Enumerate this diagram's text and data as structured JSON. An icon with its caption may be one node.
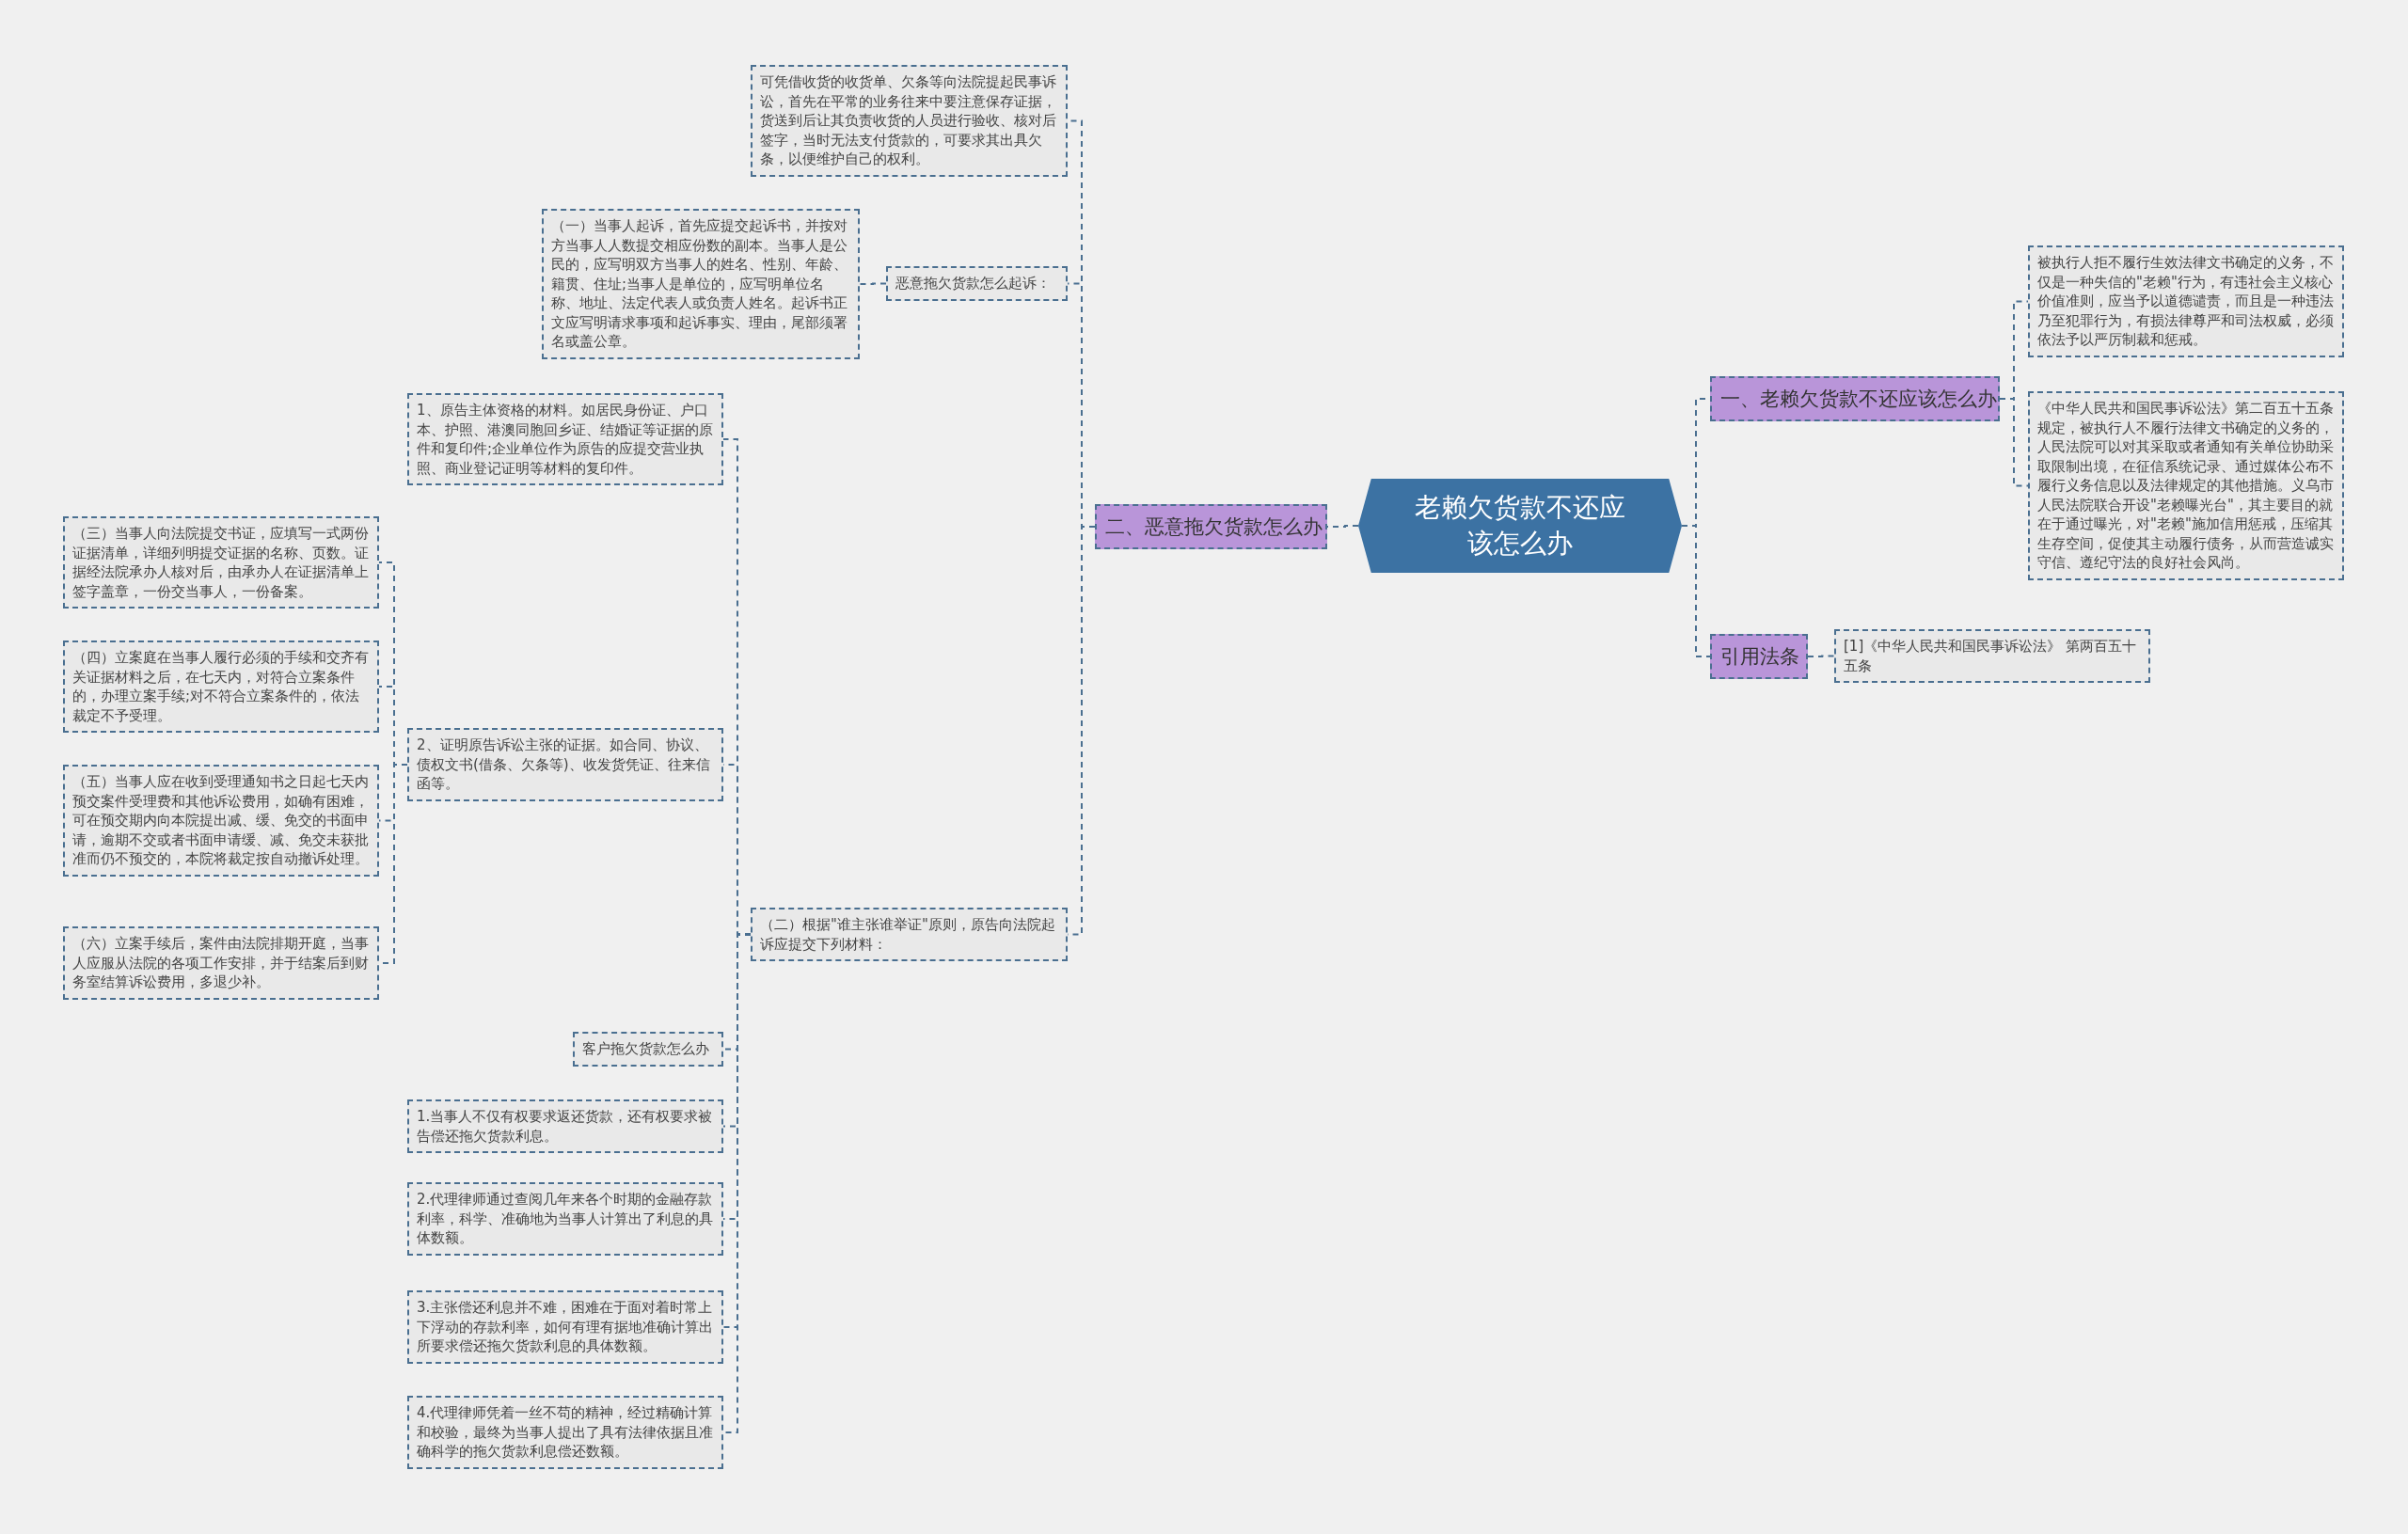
{
  "diagram": {
    "nodes": [
      {
        "text": [
          "老赖欠货款不还应该怎么办"
        ]
      },
      {
        "text": [
          "一、老赖欠货款不还应该怎么办"
        ]
      },
      {
        "text": [
          "被执行人拒不履行生效法律文书确定的义务，不仅是一种失信的\"老赖\"行为，有违社会主义核心价值准则，应当予以道德谴责，而且是一种违法乃至犯罪行为，有损法律尊严和司法权威，必须依法予以严厉制裁和惩戒。"
        ]
      },
      {
        "text": [
          "《中华人民共和国民事诉讼法》第二百五十五条规定，被执行人不履行法律文书确定的义务的，人民法院可以对其采取或者通知有关单位协助采取限制出境，在征信系统记录、通过媒体公布不履行义务信息以及法律规定的其他措施。义乌市人民法院联合开设\"老赖曝光台\"，其主要目的就在于通过曝光，对\"老赖\"施加信用惩戒，压缩其生存空间，促使其主动履行债务，从而营造诚实守信、遵纪守法的良好社会风尚。"
        ]
      },
      {
        "text": [
          "引用法条"
        ]
      },
      {
        "text": [
          "[1]《中华人民共和国民事诉讼法》 第两百五十五条"
        ]
      },
      {
        "text": [
          "二、恶意拖欠货款怎么办"
        ]
      },
      {
        "text": [
          "可凭借收货的收货单、欠条等向法院提起民事诉讼，首先在平常的业务往来中要注意保存证据，货送到后让其负责收货的人员进行验收、核对后签字，当时无法支付货款的，可要求其出具欠条，以便维护自己的权利。"
        ]
      },
      {
        "text": [
          "恶意拖欠货款怎么起诉："
        ]
      },
      {
        "text": [
          "（一）当事人起诉，首先应提交起诉书，并按对方当事人人数提交相应份数的副本。当事人是公民的，应写明双方当事人的姓名、性别、年龄、籍贯、住址;当事人是单位的，应写明单位名称、地址、法定代表人或负责人姓名。起诉书正文应写明请求事项和起诉事实、理由，尾部须署名或盖公章。"
        ]
      },
      {
        "text": [
          "（二）根据\"谁主张谁举证\"原则，原告向法院起诉应提交下列材料："
        ]
      },
      {
        "text": [
          "1、原告主体资格的材料。如居民身份证、户口本、护照、港澳同胞回乡证、结婚证等证据的原件和复印件;企业单位作为原告的应提交营业执照、商业登记证明等材料的复印件。"
        ]
      },
      {
        "text": [
          "2、证明原告诉讼主张的证据。如合同、协议、债权文书(借条、欠条等)、收发货凭证、往来信函等。"
        ]
      },
      {
        "text": [
          "（三）当事人向法院提交书证，应填写一式两份证据清单，详细列明提交证据的名称、页数。证据经法院承办人核对后，由承办人在证据清单上签字盖章，一份交当事人，一份备案。"
        ]
      },
      {
        "text": [
          "（四）立案庭在当事人履行必须的手续和交齐有关证据材料之后，在七天内，对符合立案条件的，办理立案手续;对不符合立案条件的，依法裁定不予受理。"
        ]
      },
      {
        "text": [
          "（五）当事人应在收到受理通知书之日起七天内预交案件受理费和其他诉讼费用，如确有困难，可在预交期内向本院提出减、缓、免交的书面申请，逾期不交或者书面申请缓、减、免交未获批准而仍不预交的，本院将裁定按自动撤诉处理。"
        ]
      },
      {
        "text": [
          "（六）立案手续后，案件由法院排期开庭，当事人应服从法院的各项工作安排，并于结案后到财务室结算诉讼费用，多退少补。"
        ]
      },
      {
        "text": [
          "客户拖欠货款怎么办"
        ]
      },
      {
        "text": [
          "1.当事人不仅有权要求返还货款，还有权要求被告偿还拖欠货款利息。"
        ]
      },
      {
        "text": [
          "2.代理律师通过查阅几年来各个时期的金融存款利率，科学、准确地为当事人计算出了利息的具体数额。"
        ]
      },
      {
        "text": [
          "3.主张偿还利息并不难，困难在于面对着时常上下浮动的存款利率，如何有理有据地准确计算出所要求偿还拖欠货款利息的具体数额。"
        ]
      },
      {
        "text": [
          "4.代理律师凭着一丝不苟的精神，经过精确计算和校验，最终为当事人提出了具有法律依据且准确科学的拖欠货款利息偿还数额。"
        ]
      }
    ],
    "edges": [
      {
        "from": 0,
        "to": 1,
        "arrow": "none"
      },
      {
        "from": 1,
        "to": 2,
        "arrow": "none"
      },
      {
        "from": 1,
        "to": 3,
        "arrow": "none"
      },
      {
        "from": 0,
        "to": 4,
        "arrow": "none"
      },
      {
        "from": 4,
        "to": 5,
        "arrow": "none"
      },
      {
        "from": 0,
        "to": 6,
        "arrow": "none"
      },
      {
        "from": 6,
        "to": 7,
        "arrow": "none"
      },
      {
        "from": 6,
        "to": 8,
        "arrow": "none"
      },
      {
        "from": 8,
        "to": 9,
        "arrow": "none"
      },
      {
        "from": 6,
        "to": 10,
        "arrow": "none"
      },
      {
        "from": 10,
        "to": 11,
        "arrow": "none"
      },
      {
        "from": 10,
        "to": 12,
        "arrow": "none"
      },
      {
        "from": 12,
        "to": 13,
        "arrow": "none"
      },
      {
        "from": 12,
        "to": 14,
        "arrow": "none"
      },
      {
        "from": 12,
        "to": 15,
        "arrow": "none"
      },
      {
        "from": 12,
        "to": 16,
        "arrow": "none"
      },
      {
        "from": 10,
        "to": 17,
        "arrow": "none"
      },
      {
        "from": 10,
        "to": 18,
        "arrow": "none"
      },
      {
        "from": 10,
        "to": 19,
        "arrow": "none"
      },
      {
        "from": 10,
        "to": 20,
        "arrow": "none"
      },
      {
        "from": 10,
        "to": 21,
        "arrow": "none"
      }
    ]
  }
}
